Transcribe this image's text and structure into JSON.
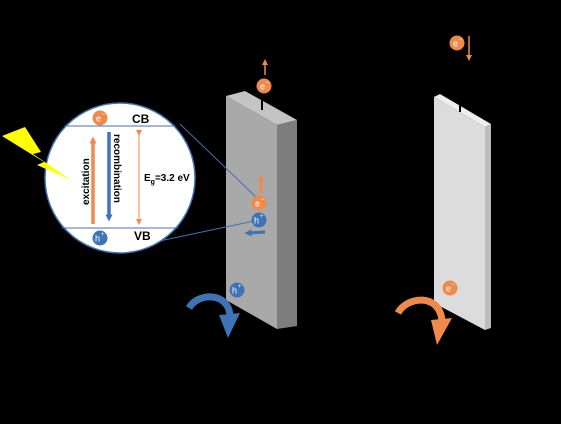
{
  "band_diagram": {
    "cb_label": "CB",
    "vb_label": "VB",
    "excitation_label": "excitation",
    "recombination_label": "recombination",
    "bandgap_symbol": "E",
    "bandgap_subscript": "g",
    "bandgap_value": "=3.2 eV"
  },
  "charges": {
    "electron": "e",
    "electron_sign": "−",
    "hole": "h",
    "hole_sign": "+"
  },
  "colors": {
    "background": "#000000",
    "electron": "#f08a4b",
    "hole": "#3f73b5",
    "light": "#ffff00",
    "photoanode": "#a9a9a9",
    "cathode": "#dcdcdc",
    "circle_fill": "#ffffff"
  },
  "icons": {
    "light_source": "lightning-bolt-icon",
    "hole_flow": "curved-arrow-blue-icon",
    "electron_flow": "curved-arrow-orange-icon"
  }
}
